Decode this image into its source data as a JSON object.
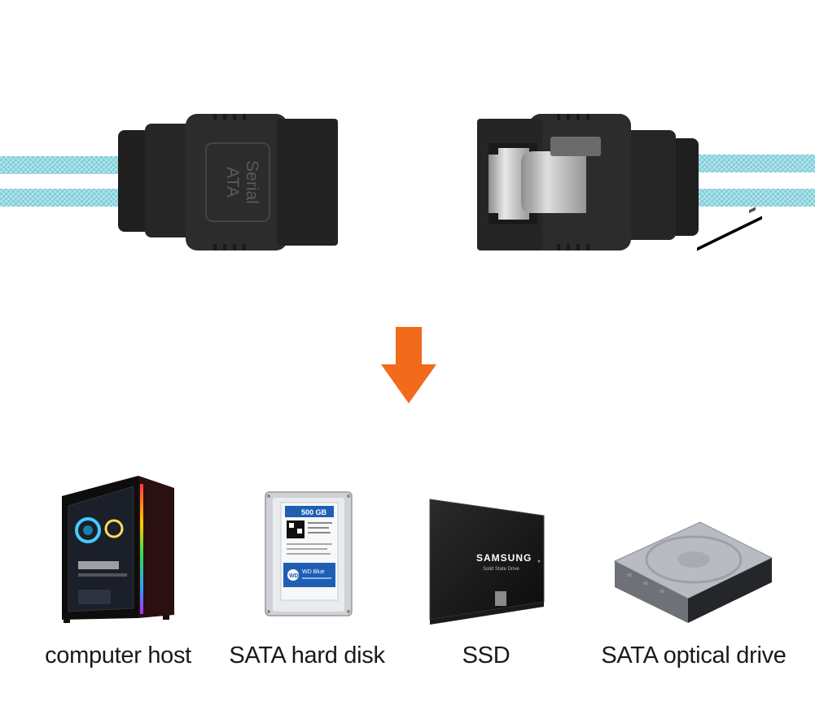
{
  "connector": {
    "left_label_line1": "Serial",
    "left_label_line2": "ATA"
  },
  "arrow": {
    "color": "#f26a1b"
  },
  "devices": [
    {
      "name": "computer host",
      "icon": "pc-case-icon"
    },
    {
      "name": "SATA hard disk",
      "icon": "hard-disk-icon"
    },
    {
      "name": "SSD",
      "icon": "ssd-icon"
    },
    {
      "name": "SATA optical drive",
      "icon": "optical-drive-icon"
    }
  ],
  "hdd": {
    "capacity": "500 GB",
    "brand_badge": "WD",
    "series": "WD Blue"
  },
  "ssd": {
    "brand": "SAMSUNG",
    "subtitle": "Solid State Drive"
  },
  "colors": {
    "cable": "#8fd6e0",
    "connector": "#2a2a2a",
    "arrow": "#f26a1b"
  }
}
